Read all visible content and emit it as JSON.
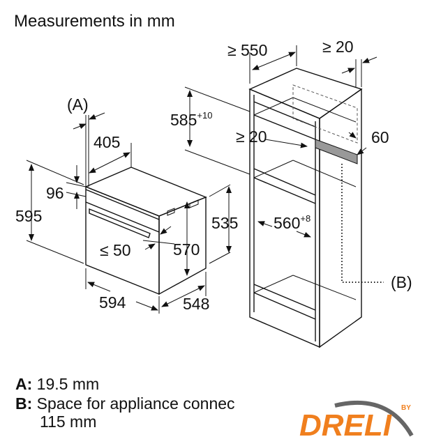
{
  "title": "Measurements in mm",
  "dimensions": {
    "a_label": "(A)",
    "d405": "405",
    "d96": "96",
    "d595": "595",
    "le50": "≤ 50",
    "d570": "570",
    "d535": "535",
    "d594": "594",
    "d548": "548",
    "ge550": "≥ 550",
    "ge20_top": "≥ 20",
    "d585": "585",
    "d585_tol": "+10",
    "ge20_mid": "≥ 20",
    "d60": "60",
    "d560": "560",
    "d560_tol": "+8",
    "b_label": "(B)"
  },
  "notes": {
    "a_key": "A:",
    "a_value": "19.5 mm",
    "b_key": "B:",
    "b_value": "Space for appliance connec",
    "b_value2": "115 mm"
  },
  "logo": {
    "text": "DRELI",
    "by": "BY",
    "color": "#f07f1e"
  }
}
